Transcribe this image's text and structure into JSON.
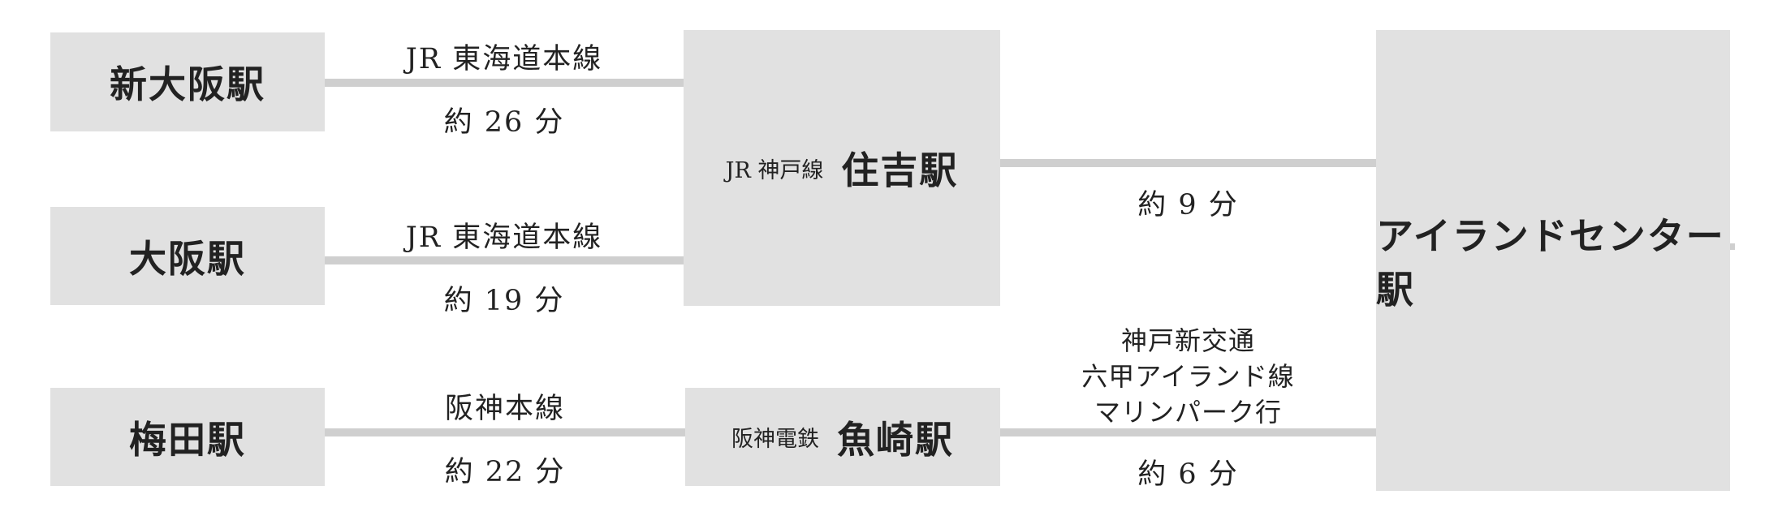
{
  "stations": {
    "shin_osaka": "新大阪駅",
    "osaka": "大阪駅",
    "umeda": "梅田駅",
    "sumiyoshi": {
      "line": "JR 神戸線",
      "name": "住吉駅"
    },
    "uozaki": {
      "line": "阪神電鉄",
      "name": "魚崎駅"
    },
    "island_center": "アイランドセンター駅"
  },
  "routes": {
    "shin_osaka": {
      "line": "JR 東海道本線",
      "time": "約 26 分"
    },
    "osaka": {
      "line": "JR 東海道本線",
      "time": "約 19 分"
    },
    "umeda": {
      "line": "阪神本線",
      "time": "約 22 分"
    },
    "sumiyoshi": {
      "time": "約 9 分"
    },
    "uozaki": {
      "line_1": "神戸新交通",
      "line_2": "六甲アイランド線",
      "line_3": "マリンパーク行",
      "time": "約 6 分"
    }
  }
}
